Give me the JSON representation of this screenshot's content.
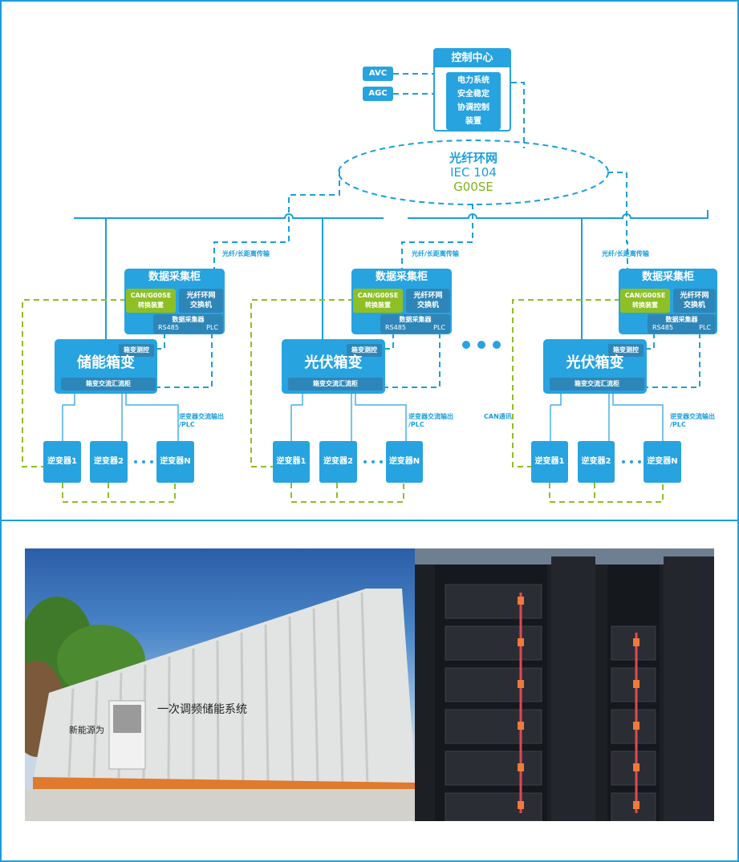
{
  "control_center": {
    "title": "控制中心",
    "device_lines": [
      "电力系统",
      "安全稳定",
      "协调控制",
      "装置"
    ],
    "inputs": [
      "AVC",
      "AGC"
    ]
  },
  "ring_network": {
    "line1": "光纤环网",
    "line2": "IEC 104",
    "line3": "G00SE"
  },
  "colors": {
    "primary_blue": "#27a3e0",
    "dark_blue": "#2e86b8",
    "green": "#8ebf25",
    "frame": "#1a9fdc"
  },
  "branches": [
    {
      "fiber_label": "光纤/长距离传输",
      "collection_cabinet": {
        "title": "数据采集柜",
        "converter": [
          "CAN/G00SE",
          "转换装置"
        ],
        "switch": [
          "光纤环网",
          "交换机"
        ],
        "collector": "数据采集器",
        "ports": [
          "RS485",
          "PLC"
        ]
      },
      "transformer": {
        "measure_tag": "箱变测控",
        "title": "储能箱变",
        "combiner": "箱变交流汇流柜"
      },
      "output_label": [
        "逆变器交流输出",
        "/PLC"
      ],
      "inverters": [
        "逆变器1",
        "逆变器2",
        "逆变器N"
      ]
    },
    {
      "fiber_label": "光纤/长距离传输",
      "collection_cabinet": {
        "title": "数据采集柜",
        "converter": [
          "CAN/G00SE",
          "转换装置"
        ],
        "switch": [
          "光纤环网",
          "交换机"
        ],
        "collector": "数据采集器",
        "ports": [
          "RS485",
          "PLC"
        ]
      },
      "transformer": {
        "measure_tag": "箱变测控",
        "title": "光伏箱变",
        "combiner": "箱变交流汇流柜"
      },
      "output_label": [
        "逆变器交流输出",
        "/PLC"
      ],
      "inverters": [
        "逆变器1",
        "逆变器2",
        "逆变器N"
      ]
    },
    {
      "fiber_label": "光纤/长距离传输",
      "collection_cabinet": {
        "title": "数据采集柜",
        "converter": [
          "CAN/G00SE",
          "转换装置"
        ],
        "switch": [
          "光纤环网",
          "交换机"
        ],
        "collector": "数据采集器",
        "ports": [
          "RS485",
          "PLC"
        ]
      },
      "transformer": {
        "measure_tag": "箱变测控",
        "title": "光伏箱变",
        "combiner": "箱变交流汇流柜"
      },
      "output_label": [
        "逆变器交流输出",
        "/PLC"
      ],
      "inverters": [
        "逆变器1",
        "逆变器2",
        "逆变器N"
      ]
    }
  ],
  "can_label": "CAN通讯",
  "photos": {
    "container": {
      "alt": "储能集装箱照片",
      "sign_main": "一次调频储能系统",
      "sign_left": "新能源为"
    },
    "racks": {
      "alt": "电池柜照片"
    }
  }
}
